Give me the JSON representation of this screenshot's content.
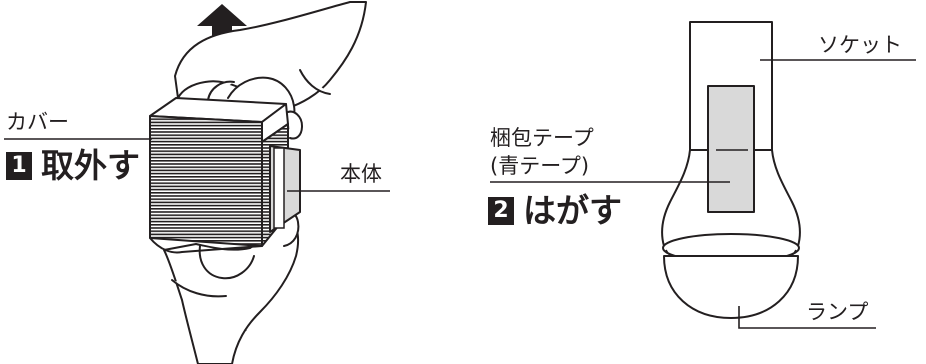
{
  "diagram": {
    "step1": {
      "number": "1",
      "action": "取外す"
    },
    "step2": {
      "number": "2",
      "action": "はがす"
    },
    "labels": {
      "cover": "カバー",
      "body": "本体",
      "socket": "ソケット",
      "tape_line1": "梱包テープ",
      "tape_line2": "(青テープ)",
      "lamp": "ランプ"
    }
  }
}
